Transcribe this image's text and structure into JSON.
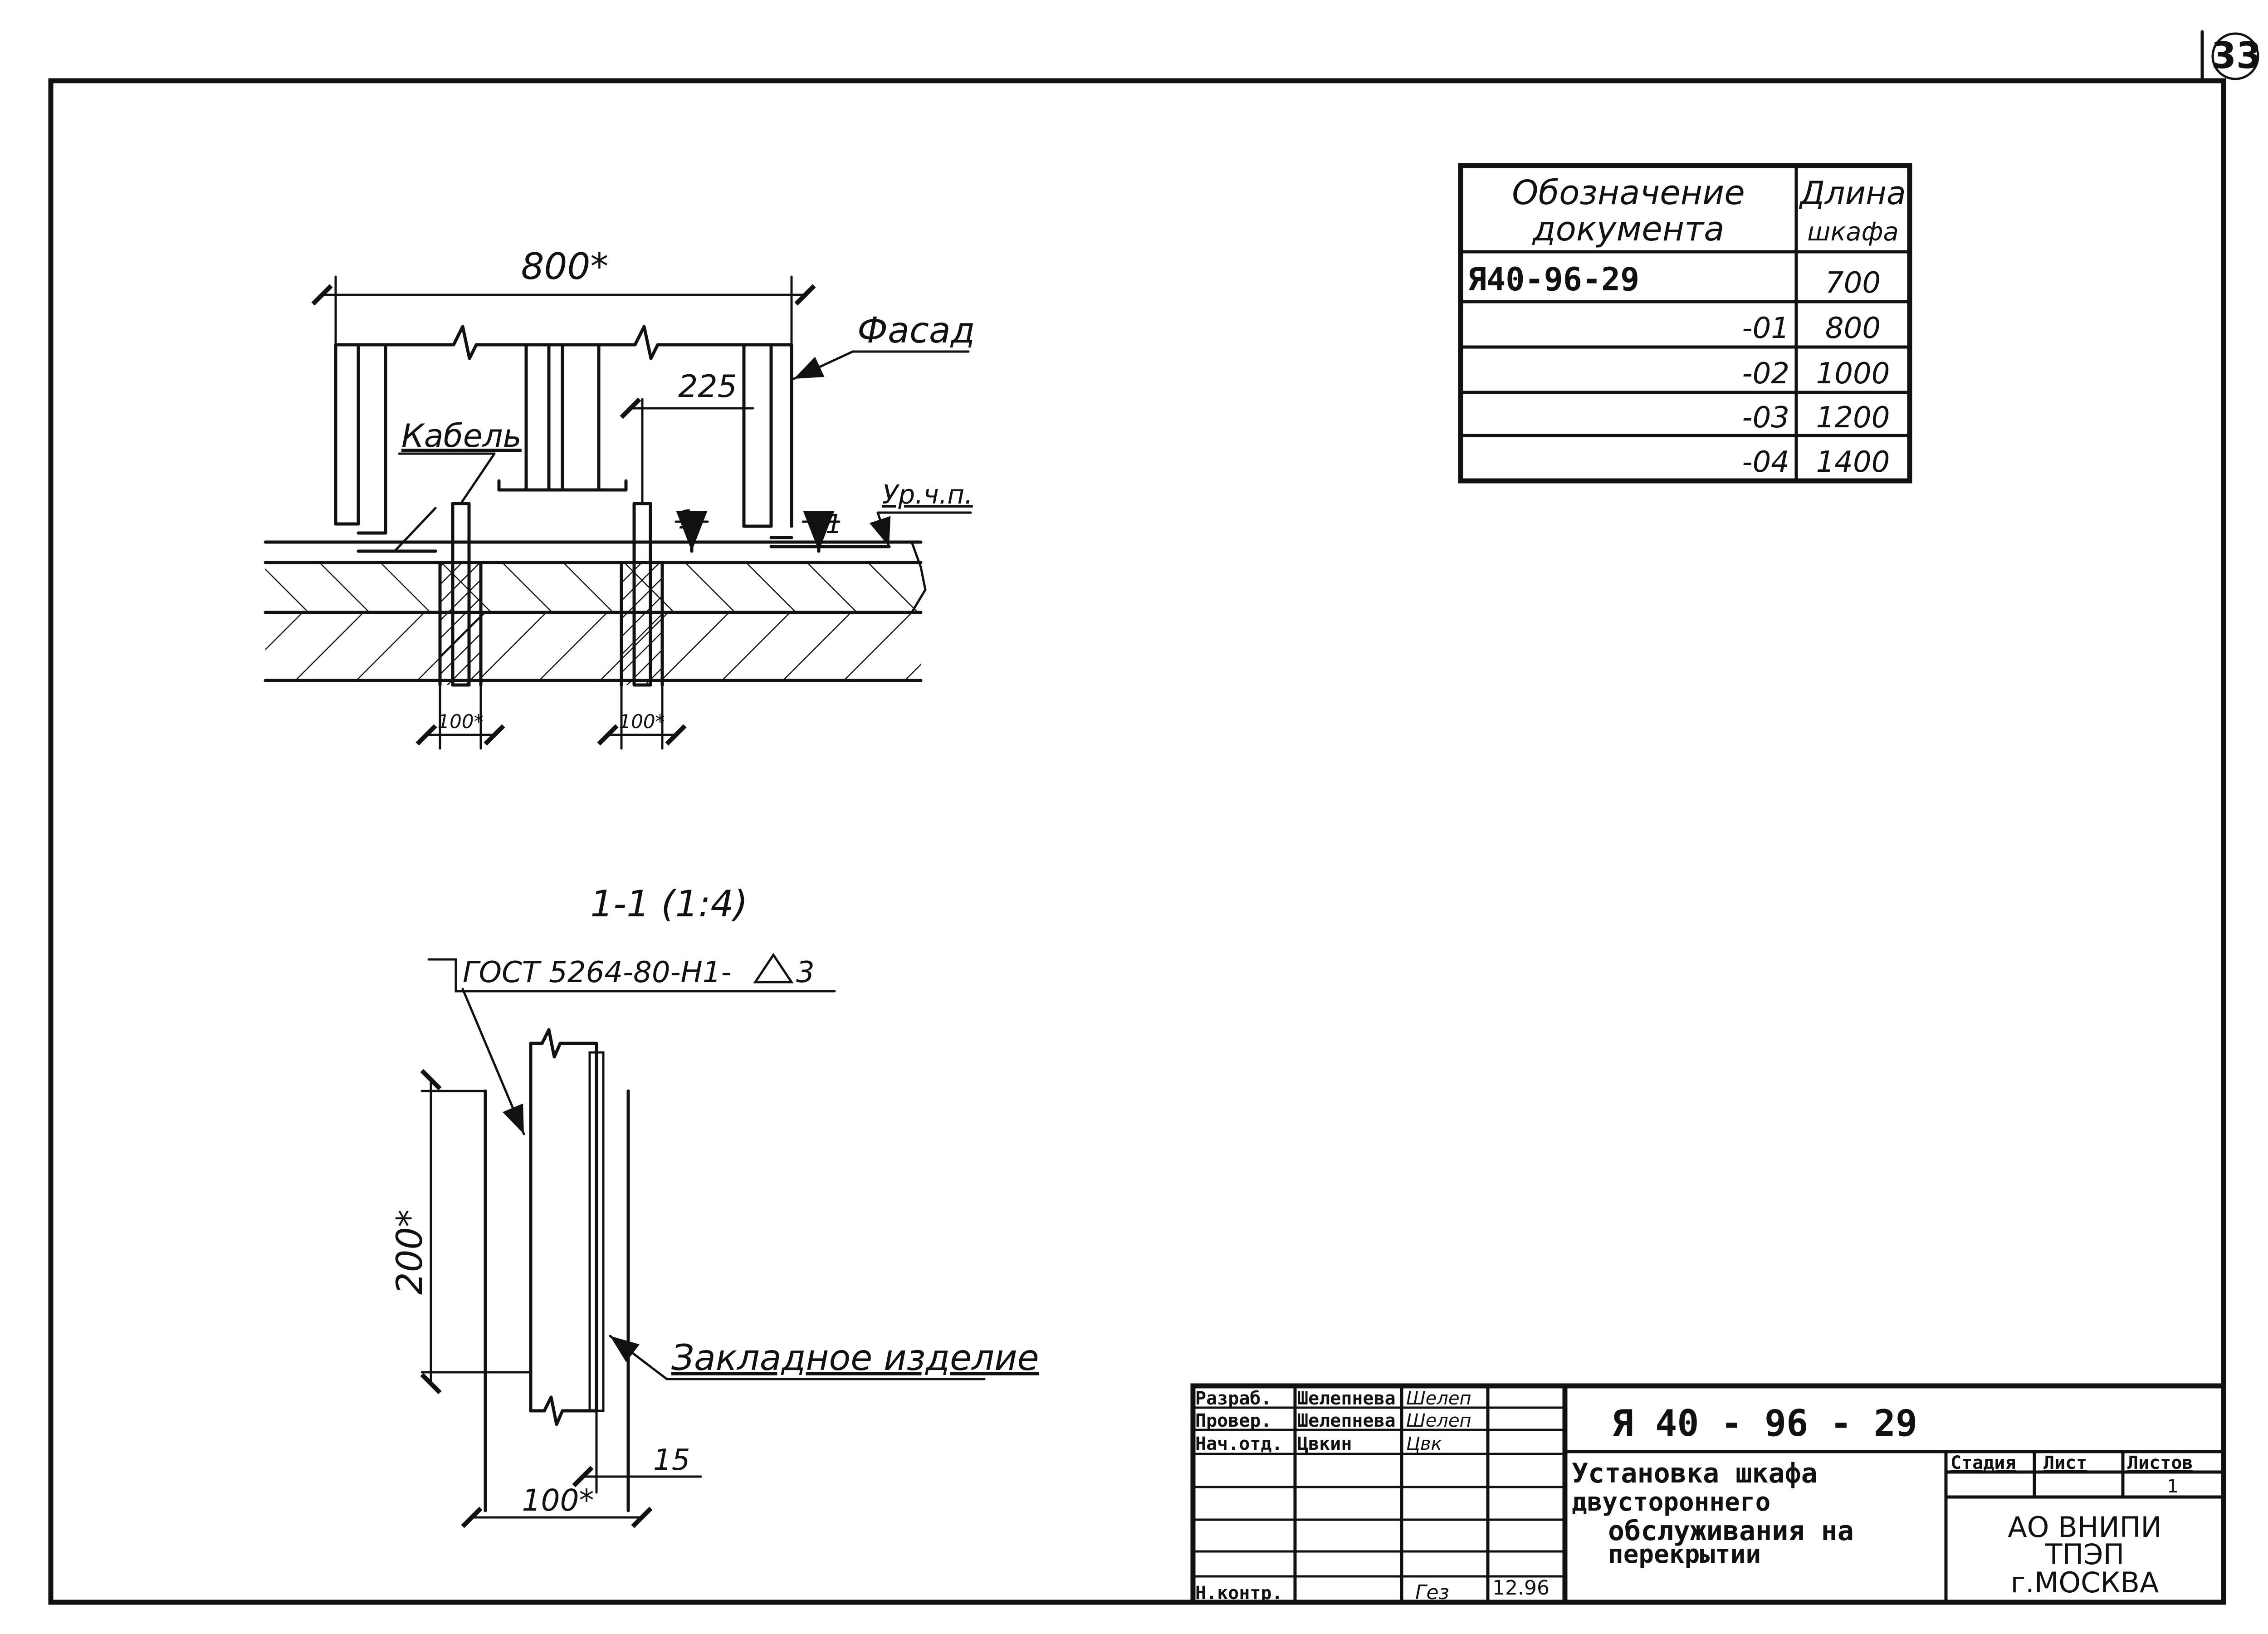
{
  "sheet": {
    "page_number": "33"
  },
  "plan_view": {
    "dim_width": "800*",
    "label_facade": "Фасад",
    "dim_offset": "225",
    "label_cable": "Кабель",
    "label_floor_level": "Ур.ч.п.",
    "section_mark_left": "1",
    "section_mark_right": "1",
    "dim_sleeve_left": "100*",
    "dim_sleeve_right": "100*"
  },
  "section_view": {
    "title": "1-1 (1:4)",
    "weld_note": "ГОСТ 5264-80-Н1-",
    "weld_symbol": "3",
    "dim_height": "200*",
    "label_embedded": "Закладное изделие",
    "dim_thickness": "15",
    "dim_width": "100*"
  },
  "variants_table": {
    "header_designation": [
      "Обозначение",
      "документа"
    ],
    "header_length": [
      "Длина",
      "шкафа"
    ],
    "rows": [
      {
        "designation": "Я40-96-29",
        "length": "700"
      },
      {
        "designation": "-01",
        "length": "800"
      },
      {
        "designation": "-02",
        "length": "1000"
      },
      {
        "designation": "-03",
        "length": "1200"
      },
      {
        "designation": "-04",
        "length": "1400"
      }
    ]
  },
  "title_block": {
    "roles": [
      {
        "role": "Разраб.",
        "name": "Шелепнева",
        "sign": "Шелеп"
      },
      {
        "role": "Провер.",
        "name": "Шелепнева",
        "sign": "Шелеп"
      },
      {
        "role": "Нач.отд.",
        "name": "Цвкин",
        "sign": "Цвк"
      },
      {
        "role": "",
        "name": "",
        "sign": ""
      },
      {
        "role": "",
        "name": "",
        "sign": ""
      },
      {
        "role": "",
        "name": "",
        "sign": ""
      },
      {
        "role": "Н.контр.",
        "name": "",
        "sign": "Гез",
        "date": "12.96"
      }
    ],
    "doc_code": "Я 40 - 96 - 29",
    "description": [
      "Установка шкафа",
      "двустороннего",
      "обслуживания на",
      "перекрытии"
    ],
    "stage_label": "Стадия",
    "sheet_label": "Лист",
    "sheets_label": "Листов",
    "stage_value": "",
    "sheet_value": "",
    "sheets_value": "1",
    "org": [
      "АО ВНИПИ",
      "ТПЭП",
      "г.МОСКВА"
    ]
  }
}
